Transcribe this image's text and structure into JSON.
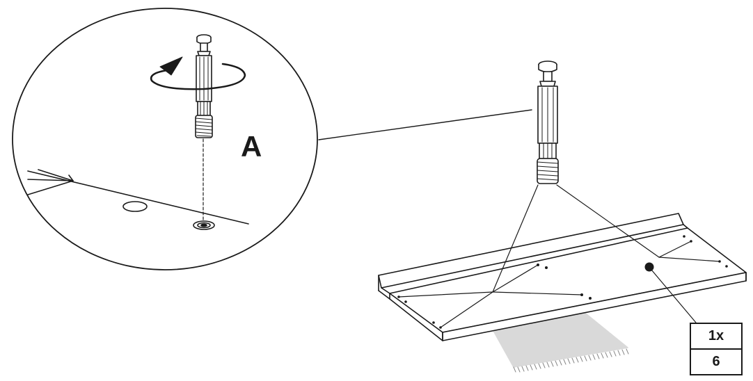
{
  "diagram": {
    "step_label": "A",
    "quantity": {
      "count": "1x",
      "part_number": "6"
    },
    "colors": {
      "line": "#1a1a1a",
      "fill": "#ffffff",
      "shade": "#d9d9d9"
    },
    "icons": {
      "rotation": "rotate-arrow-icon",
      "part": "cam-bolt-icon"
    }
  }
}
